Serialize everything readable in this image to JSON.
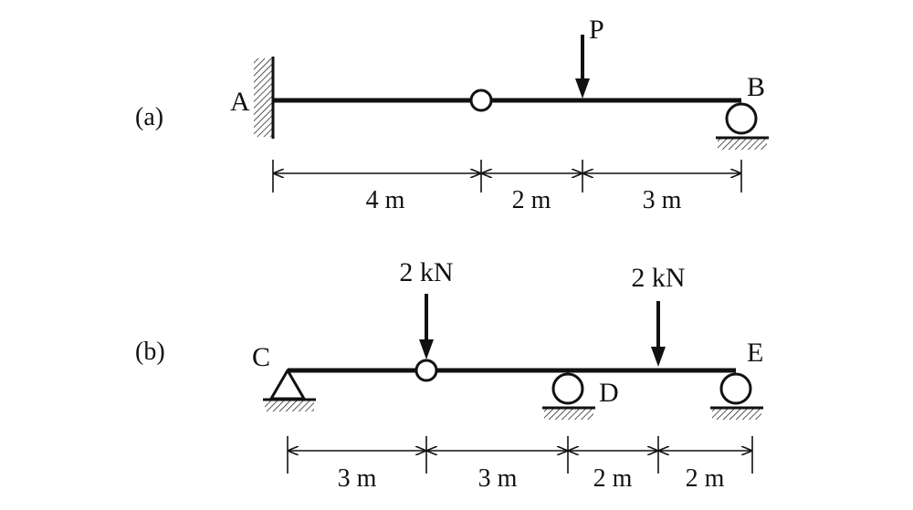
{
  "diagram_a": {
    "caption": "(a)",
    "label_A": "A",
    "label_B": "B",
    "load_label": "P",
    "dims": [
      "4 m",
      "2 m",
      "3 m"
    ]
  },
  "diagram_b": {
    "caption": "(b)",
    "label_C": "C",
    "label_D": "D",
    "label_E": "E",
    "load1_label": "2 kN",
    "load2_label": "2 kN",
    "dims": [
      "3 m",
      "3 m",
      "2 m",
      "2 m"
    ]
  },
  "colors": {
    "ink": "#111111",
    "background": "#ffffff"
  }
}
